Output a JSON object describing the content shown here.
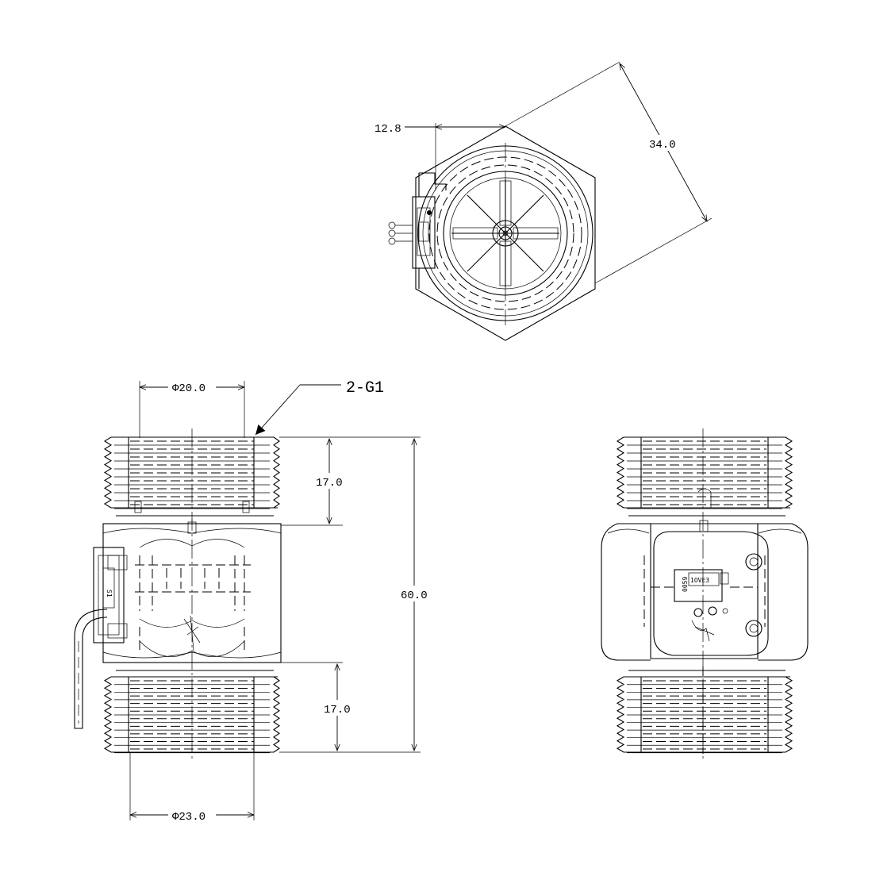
{
  "dimensions": {
    "sensor_offset": "12.8",
    "hex_across_flats": "34.0",
    "inner_diameter": "Φ20.0",
    "thread_callout": "2-G1",
    "thread_length_top": "17.0",
    "thread_length_bottom": "17.0",
    "overall_length": "60.0",
    "outer_diameter": "Φ23.0"
  },
  "pcb_labels": {
    "chip_label": "1OVE3",
    "side_label": "0059"
  }
}
